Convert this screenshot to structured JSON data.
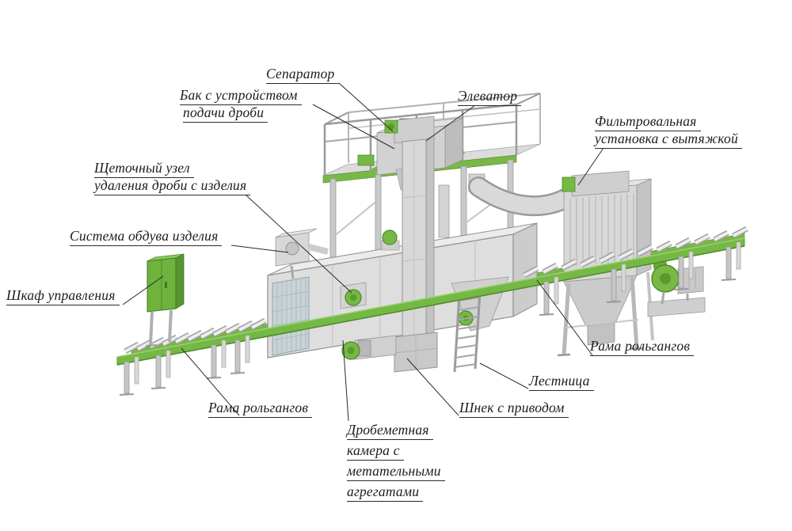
{
  "colors": {
    "accent_green": "#76b845",
    "machine_gray": "#d8d8d8",
    "leader_line": "#2a2a2a"
  },
  "labels": {
    "separator": "Сепаратор",
    "shot_tank_line1": "Бак с устройством",
    "shot_tank_line2": "подачи дроби",
    "elevator": "Элеватор",
    "filter_line1": "Фильтровальная",
    "filter_line2": "установка с вытяжкой",
    "brush_line1": "Щеточный узел",
    "brush_line2": "удаления дроби с изделия",
    "blowoff": "Система обдува изделия",
    "cabinet": "Шкаф управления",
    "roller_frame_left": "Рама рольгангов",
    "roller_frame_right": "Рама рольгангов",
    "ladder": "Лестница",
    "screw": "Шнек с приводом",
    "chamber_line1": "Дробеметная",
    "chamber_line2": "камера с",
    "chamber_line3": "метательными",
    "chamber_line4": "агрегатами"
  }
}
